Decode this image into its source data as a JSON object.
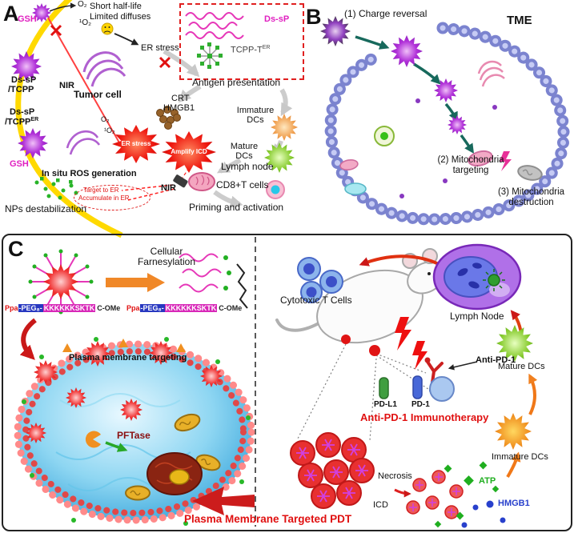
{
  "panel_a": {
    "letter": "A",
    "gsh_top": "GSH",
    "gsh_bottom": "GSH",
    "o2": "O₂",
    "singlet_o2": "¹O₂",
    "o2_b": "O₂",
    "singlet_o2_b": "¹O₂",
    "short_half_life": "Short half-life",
    "limited_diffuses": "Limited diffuses",
    "er_stress": "ER stress",
    "inset": {
      "ds_sp": "Ds-sP",
      "tcpp": "TCPP-T",
      "tcpp_sup": "ER"
    },
    "np1_line1": "Ds-sP",
    "np1_line2": "/TCPP",
    "np2_line1": "Ds-sP",
    "np2_line2": "/TCPP",
    "np2_sup": "ER",
    "nir_left": "NIR",
    "nir_bottom": "NIR",
    "tumor_cell": "Tumor cell",
    "antigen_presentation": "Antigen presentation",
    "crt": "CRT",
    "hmgb1": "HMGB1",
    "immature_dcs": "Immature DCs",
    "mature_dcs": "Mature DCs",
    "er_stress_burst": "ER stress",
    "amplify_icd_burst": "Amplify ICD",
    "in_situ_ros": "In situ ROS generation",
    "lymph_node": "Lymph node",
    "cd8_t_cells": "CD8+T cells",
    "target_to_er": "Target to ER",
    "accumulate_in_er": "Accumulate in ER",
    "nps_destabilization": "NPs destabilization",
    "priming_activation": "Priming and activation"
  },
  "panel_b": {
    "letter": "B",
    "tme": "TME",
    "step1": "(1) Charge reversal",
    "step2": "(2) Mitochondria targeting",
    "step3": "(3) Mitochondria destruction"
  },
  "panel_c": {
    "letter": "C",
    "cellular_farnesylation": "Cellular Farnesylation",
    "peptide": {
      "ppa": "Ppa",
      "linker": "-PEG₈-",
      "sequence": "KKKKKKSKTK",
      "terminus": "C-OMe"
    },
    "plasma_membrane_targeting": "Plasma membrane targeting",
    "pftase": "PFTase",
    "cytotoxic_t_cells": "Cytotoxic T Cells",
    "lymph_node": "Lymph Node",
    "anti_pd1": "Anti-PD-1",
    "pd_l1": "PD-L1",
    "pd_1": "PD-1",
    "anti_pd1_immunotherapy": "Anti-PD-1 Immunotherapy",
    "mature_dcs": "Mature DCs",
    "immature_dcs": "Immature DCs",
    "necrosis": "Necrosis",
    "icd": "ICD",
    "atp": "ATP",
    "hmgb1": "HMGB1",
    "pdt_title": "Plasma Membrane Targeted PDT"
  },
  "colors": {
    "red_accent": "#e01010",
    "magenta": "#e020c0",
    "green": "#1fae1f",
    "blue": "#2840cc",
    "membrane_yellow": "#ffd900"
  }
}
